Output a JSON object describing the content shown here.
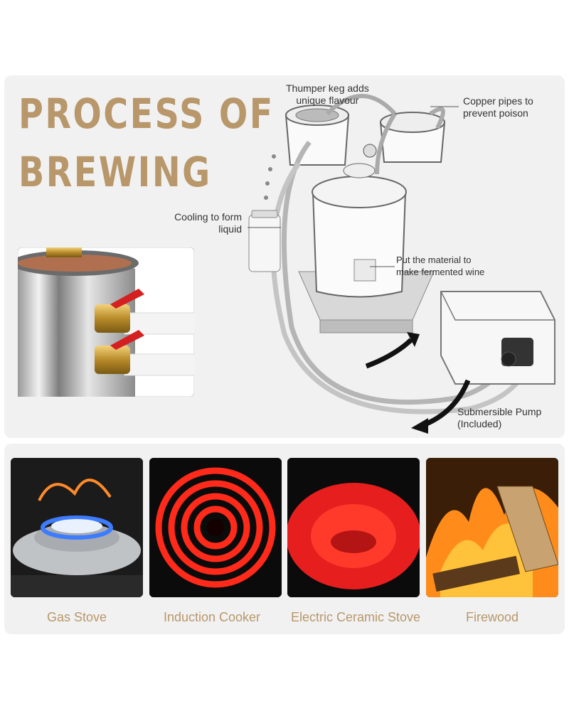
{
  "heading": {
    "line1": "PROCESS OF",
    "line2": "BREWING"
  },
  "annotations": {
    "thumper": "Thumper keg adds\nunique flavour",
    "copper": "Copper pipes to\nprevent poison",
    "cooling": "Cooling to form\nliquid",
    "material": "Put the material to\nmake fermented wine",
    "pump": "Submersible Pump\n(Included)"
  },
  "heat_sources": [
    {
      "label": "Gas Stove"
    },
    {
      "label": "Induction Cooker"
    },
    {
      "label": "Electric Ceramic Stove"
    },
    {
      "label": "Firewood"
    }
  ],
  "colors": {
    "accent": "#b8976a",
    "panel": "#f1f1f1",
    "arrow": "#111111",
    "valve": "#d42020"
  }
}
